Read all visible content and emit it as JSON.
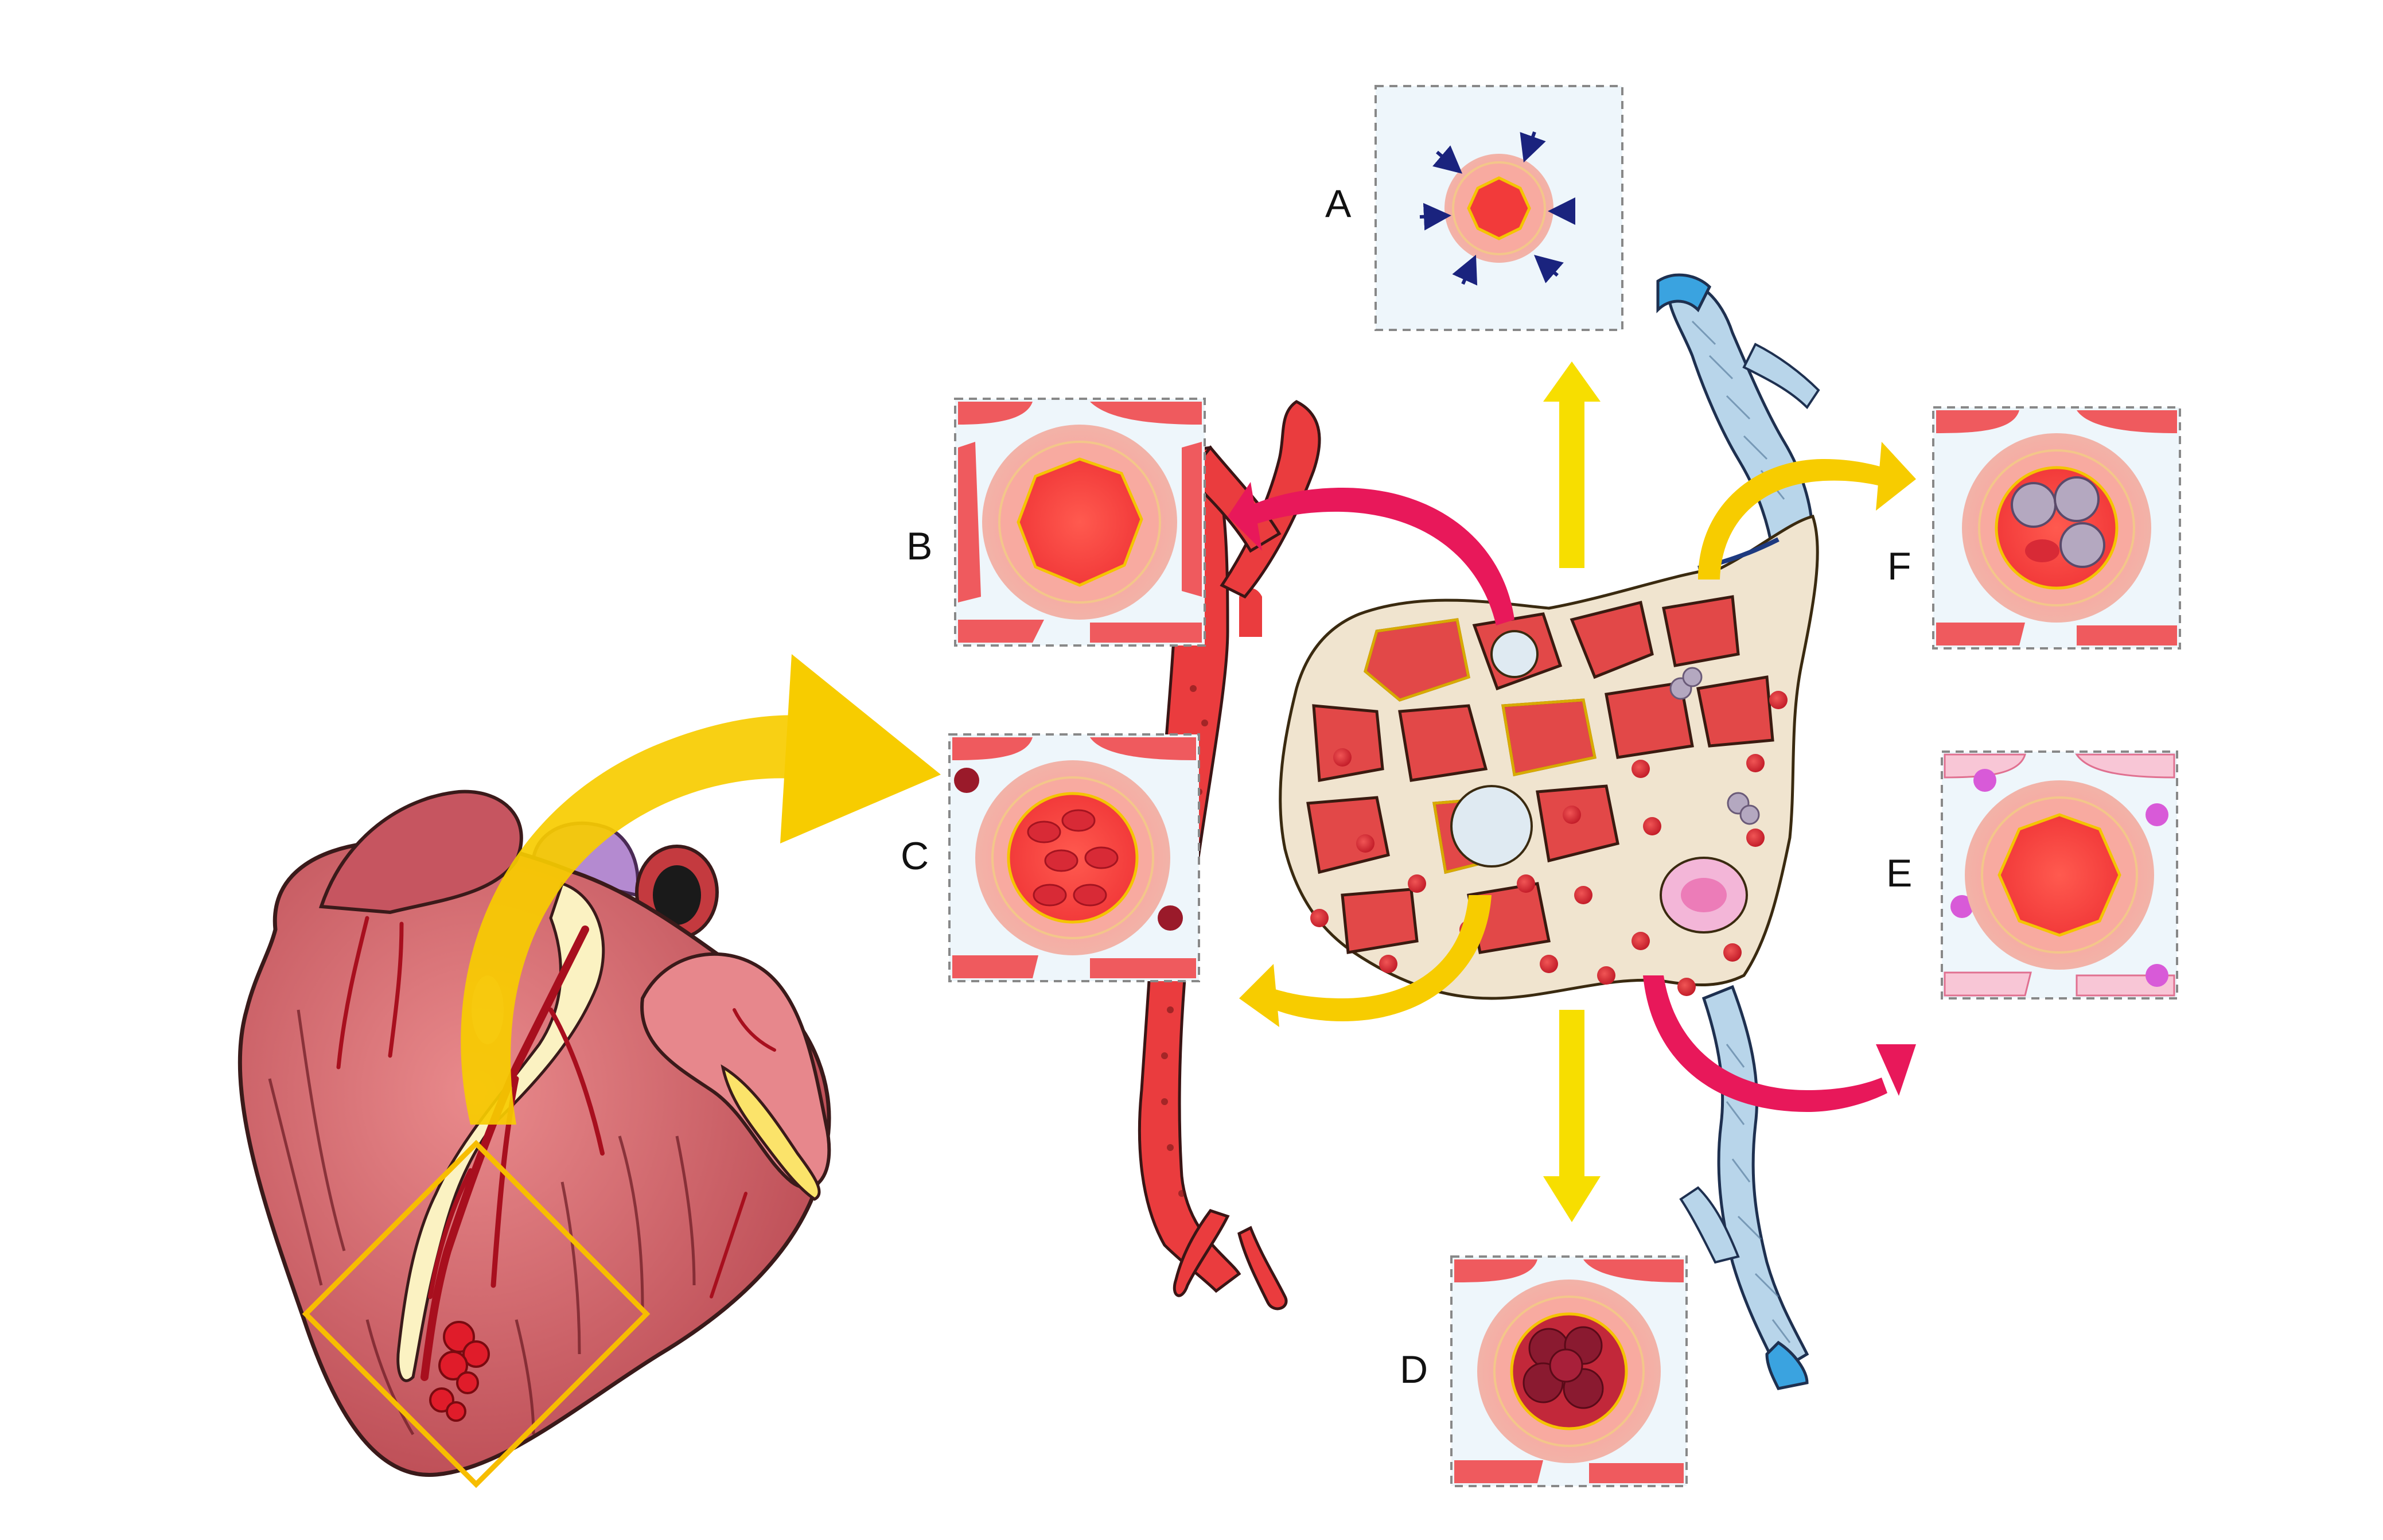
{
  "figure": {
    "panels": [
      {
        "id": "a",
        "label": "A"
      },
      {
        "id": "b",
        "label": "B"
      },
      {
        "id": "c",
        "label": "C"
      },
      {
        "id": "d",
        "label": "D"
      },
      {
        "id": "e",
        "label": "E"
      },
      {
        "id": "f",
        "label": "F"
      }
    ]
  },
  "colors": {
    "yellow_arrow": "#f7cc00",
    "pink_arrow": "#e8185a",
    "vessel_red": "#ee3a3a",
    "vessel_wall": "#f49a96",
    "interstitium": "#f0e4cf",
    "venule_blue": "#3aa3e0",
    "heart": "#d9646a",
    "panel_bg": "#eef6fb"
  }
}
